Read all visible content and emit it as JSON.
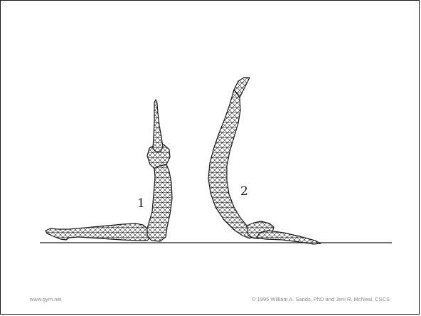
{
  "figure": {
    "label_1": "1",
    "label_2": "2"
  },
  "footer": {
    "website": "www.gym.net",
    "copyright": "© 1995 William A. Sands, PhD and Jeni R. McNeal, CSCS"
  }
}
